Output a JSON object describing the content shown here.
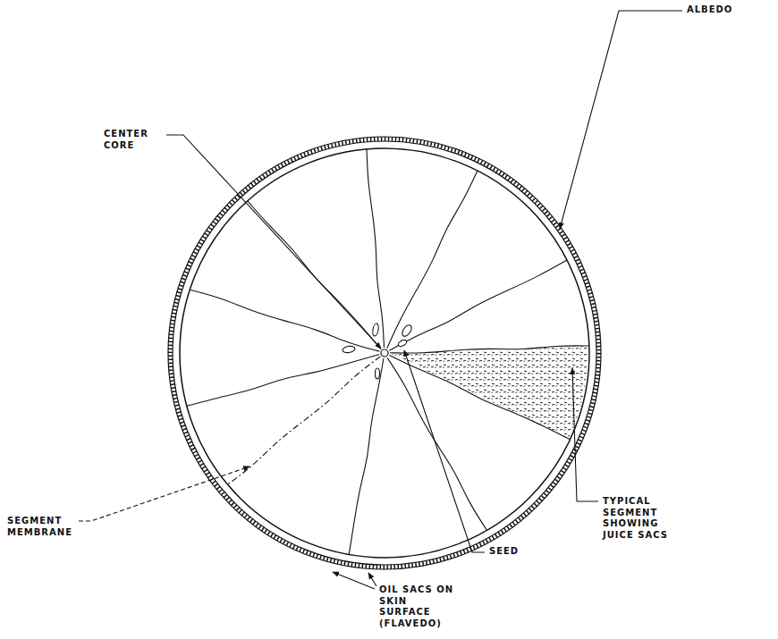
{
  "diagram": {
    "labels": [
      "CENTER CORE",
      "ALBEDO",
      "TYPICAL SEGMENT SHOWING JUICE SACS",
      "SEGMENT MEMBRANE",
      "SEED",
      "OIL SACS ON SKIN SURFACE (FLAVEDO)"
    ]
  }
}
